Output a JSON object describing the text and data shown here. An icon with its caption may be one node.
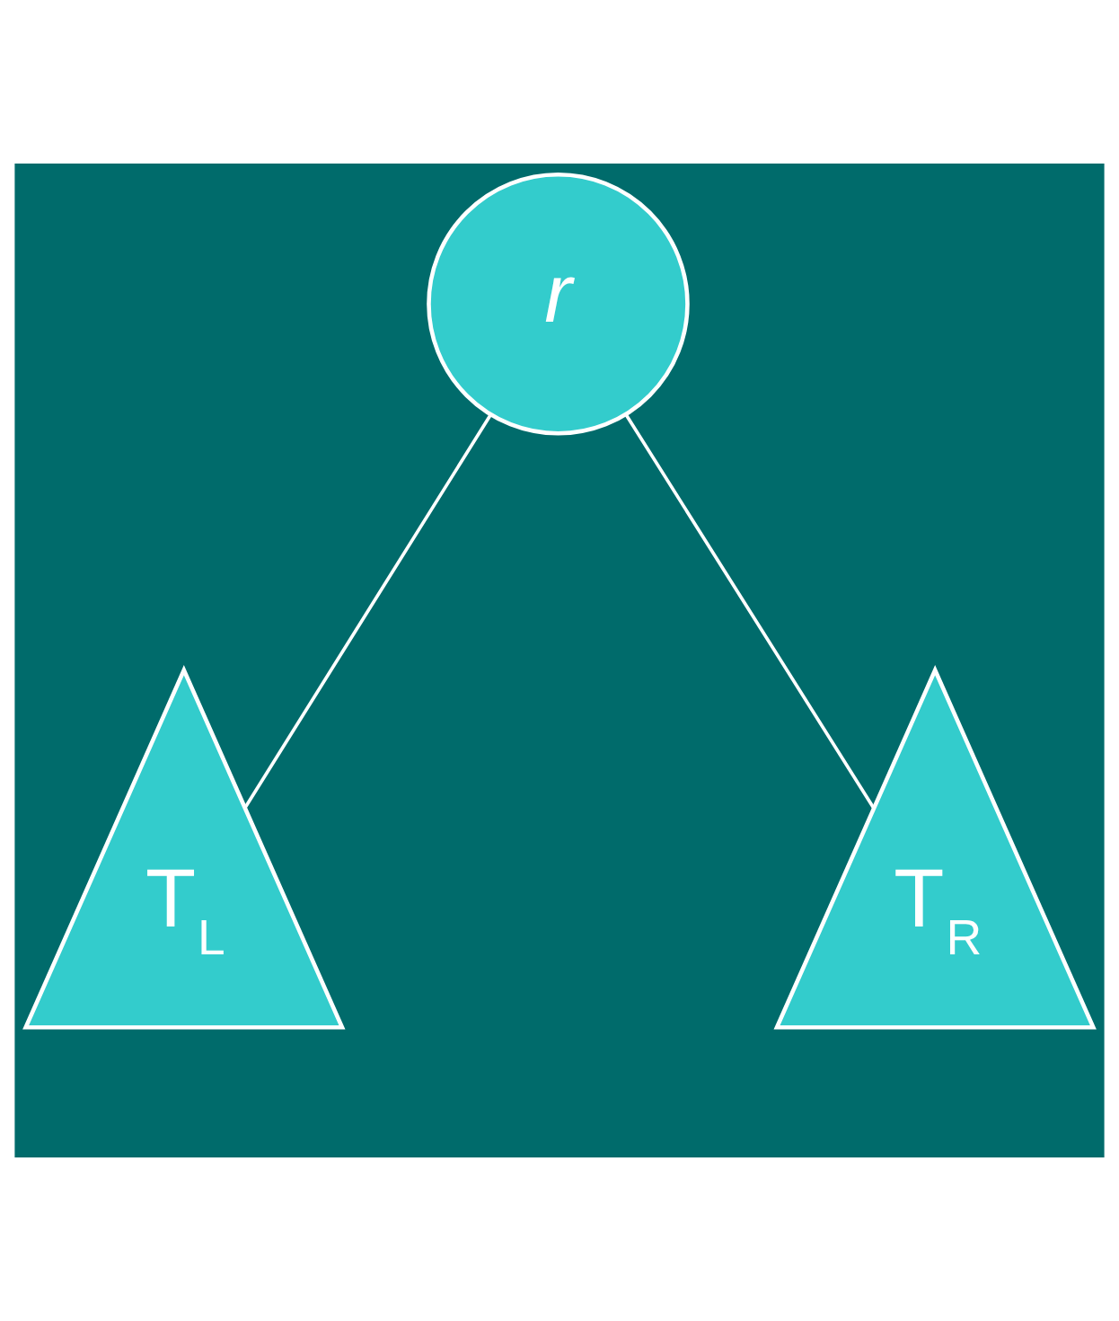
{
  "diagram": {
    "nodes": [
      {
        "text": [
          "r"
        ]
      },
      {
        "text": [
          "T$_{L}$"
        ]
      },
      {
        "text": [
          "T$_{R}$"
        ]
      }
    ],
    "edges": [
      {
        "from": 0,
        "to": 1,
        "arrow": "none"
      },
      {
        "from": 0,
        "to": 2,
        "arrow": "none"
      }
    ]
  }
}
